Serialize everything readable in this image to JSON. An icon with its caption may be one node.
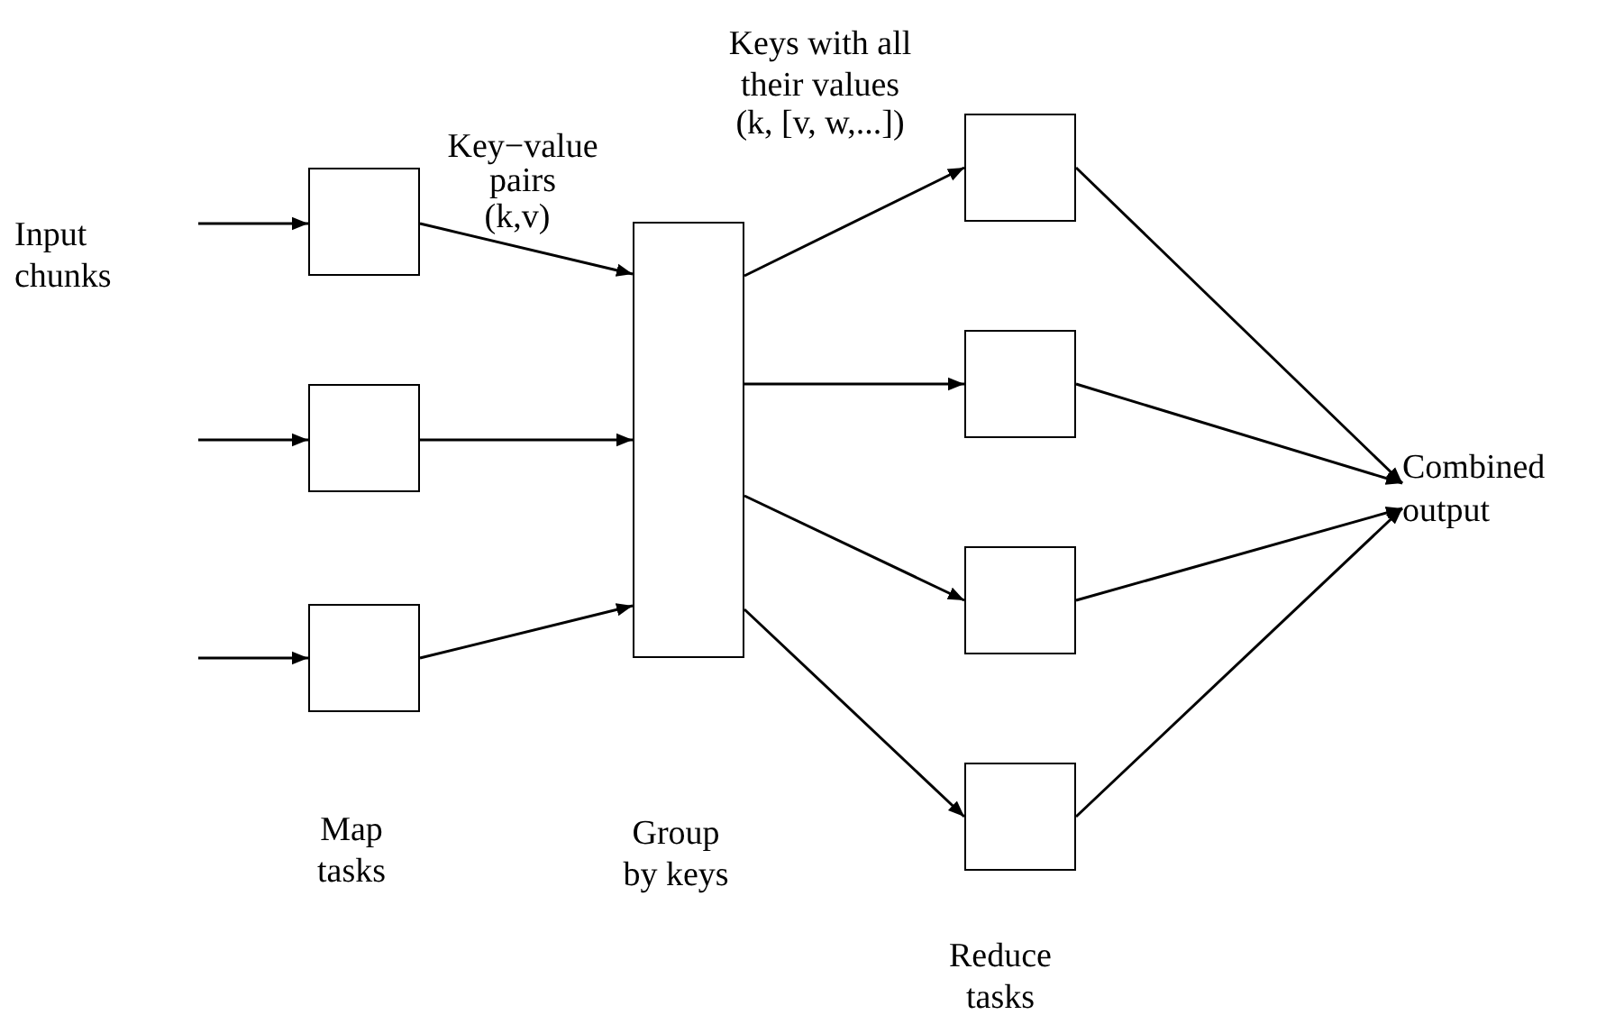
{
  "diagram": {
    "nodes": [
      {
        "text": [],
        "shape": "box"
      },
      {
        "text": [],
        "shape": "box"
      },
      {
        "text": [],
        "shape": "box"
      },
      {
        "text": [],
        "shape": "box"
      },
      {
        "text": [],
        "shape": "box"
      },
      {
        "text": [],
        "shape": "box"
      },
      {
        "text": [],
        "shape": "box"
      },
      {
        "text": [],
        "shape": "box"
      },
      {
        "text": [
          "Combined output"
        ]
      }
    ],
    "edges": [
      {
        "from": null,
        "to": 0,
        "arrow": "to"
      },
      {
        "from": null,
        "to": 1,
        "arrow": "to"
      },
      {
        "from": null,
        "to": 2,
        "arrow": "to"
      },
      {
        "from": 0,
        "to": 3,
        "arrow": "to"
      },
      {
        "from": 1,
        "to": 3,
        "arrow": "to"
      },
      {
        "from": 2,
        "to": 3,
        "arrow": "to"
      },
      {
        "from": 3,
        "to": 4,
        "arrow": "to"
      },
      {
        "from": 3,
        "to": 5,
        "arrow": "to"
      },
      {
        "from": 3,
        "to": 6,
        "arrow": "to"
      },
      {
        "from": 3,
        "to": 7,
        "arrow": "to"
      },
      {
        "from": 4,
        "to": 8,
        "arrow": "to"
      },
      {
        "from": 5,
        "to": 8,
        "arrow": "to"
      },
      {
        "from": 6,
        "to": 8,
        "arrow": "to"
      },
      {
        "from": 7,
        "to": 8,
        "arrow": "to"
      }
    ],
    "labels": [
      "Keys with all their values",
      "(k, [v, w,...])",
      "Key−value pairs",
      "(k,v)",
      "Input chunks",
      "Map tasks",
      "Group by keys",
      "Reduce tasks"
    ]
  }
}
